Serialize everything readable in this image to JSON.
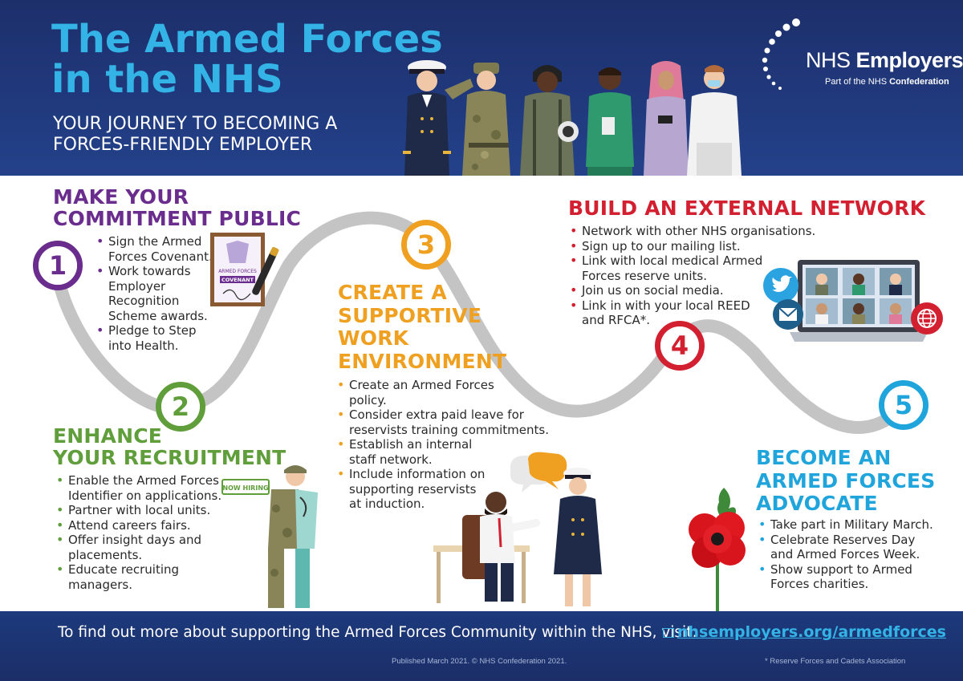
{
  "header": {
    "title_line1": "The Armed Forces",
    "title_line2": "in the NHS",
    "subtitle_line1": "YOUR JOURNEY TO BECOMING A",
    "subtitle_line2": "FORCES-FRIENDLY EMPLOYER"
  },
  "logo": {
    "name_light": "NHS",
    "name_bold": "Employers",
    "tag_light": "Part of the NHS",
    "tag_bold": "Confederation"
  },
  "steps": [
    {
      "number": "1",
      "color": "#6a2c8d",
      "title_line1": "MAKE YOUR",
      "title_line2": "COMMITMENT PUBLIC",
      "bullets": [
        "Sign the Armed\nForces Covenant.",
        "Work towards\nEmployer\nRecognition\nScheme awards.",
        "Pledge to Step\ninto Health."
      ]
    },
    {
      "number": "2",
      "color": "#5f9e3a",
      "title_line1": "ENHANCE",
      "title_line2": "YOUR RECRUITMENT",
      "bullets": [
        "Enable the Armed Forces\nIdentifier on applications.",
        "Partner with local units.",
        "Attend careers fairs.",
        "Offer insight days and\nplacements.",
        "Educate recruiting\nmanagers."
      ]
    },
    {
      "number": "3",
      "color": "#f0a020",
      "title_line1": "CREATE A",
      "title_line2": "SUPPORTIVE",
      "title_line3": "WORK",
      "title_line4": "ENVIRONMENT",
      "bullets": [
        "Create an Armed Forces\npolicy.",
        "Consider extra paid leave for\nreservists training commitments.",
        "Establish an internal\nstaff network.",
        "Include information on\nsupporting reservists\nat induction."
      ]
    },
    {
      "number": "4",
      "color": "#d32030",
      "title_line1": "BUILD AN EXTERNAL NETWORK",
      "bullets": [
        "Network with other NHS organisations.",
        "Sign up to our mailing list.",
        "Link with local medical Armed\nForces reserve units.",
        "Join us on social media.",
        "Link in with your local REED\nand RFCA*."
      ]
    },
    {
      "number": "5",
      "color": "#1fa5dc",
      "title_line1": "BECOME AN",
      "title_line2": "ARMED FORCES",
      "title_line3": "ADVOCATE",
      "bullets": [
        "Take part in Military March.",
        "Celebrate Reserves Day\nand Armed Forces Week.",
        "Show support to Armed\nForces charities."
      ]
    }
  ],
  "illustrations": {
    "covenant_line1": "ARMED FORCES",
    "covenant_line2": "COVENANT",
    "now_hiring": "NOW HIRING"
  },
  "footer": {
    "text": "To find out more about supporting the Armed Forces Community within the NHS, visit:",
    "link": "nhsemployers.org/armedforces",
    "published": "Published March 2021. © NHS Confederation 2021.",
    "footnote": "* Reserve Forces and Cadets Association"
  },
  "icons": [
    "twitter-icon",
    "mail-icon",
    "globe-icon",
    "external-link-icon"
  ]
}
